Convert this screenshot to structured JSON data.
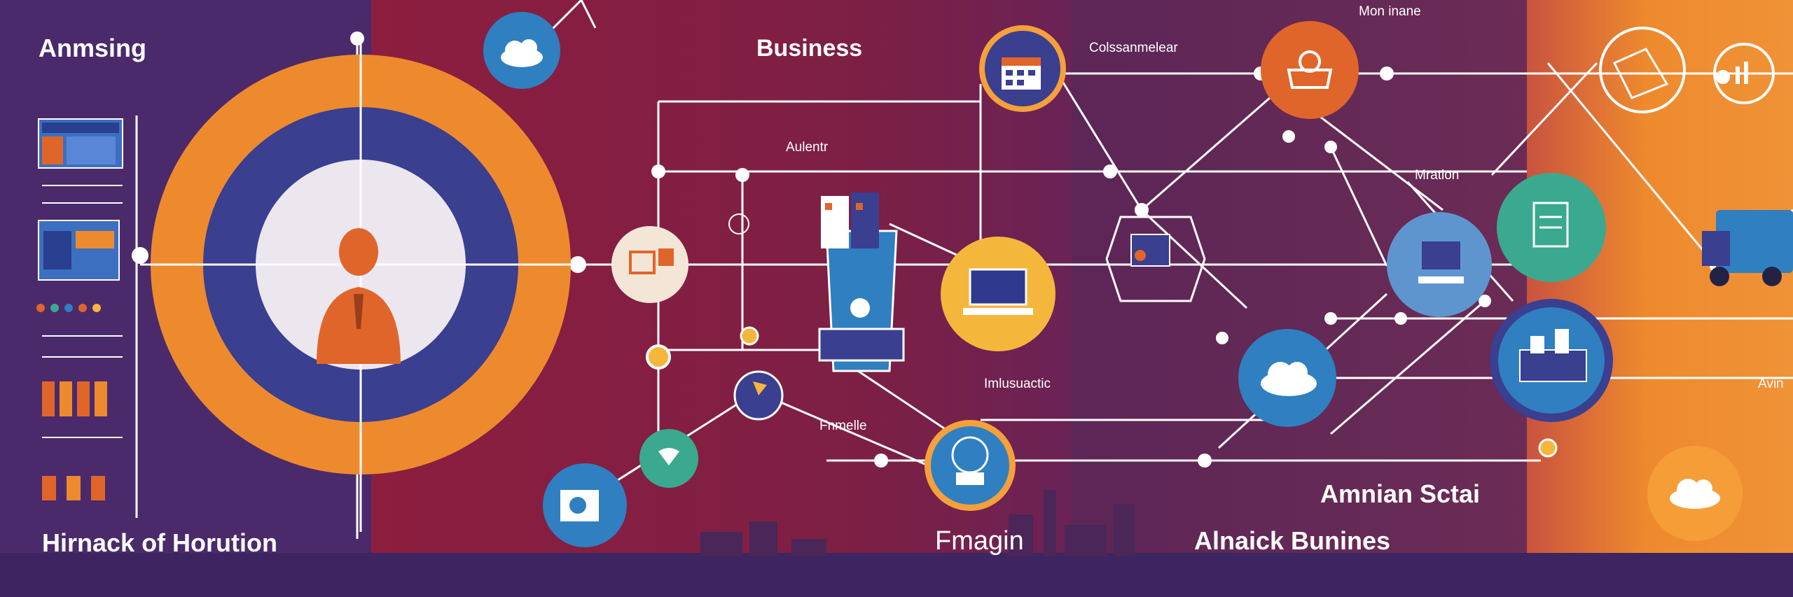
{
  "labels": {
    "top_left": "Anmsing",
    "business": "Business",
    "colsanmelear": "Colssanmelear",
    "mon_inane": "Mon inane",
    "aulentr": "Aulentr",
    "mration": "Mration",
    "imlusuactic": "Imlusuactic",
    "fnmelle": "Fnmelle",
    "amnian_sctai": "Amnian Sctai",
    "bottom_left": "Hirnack of Horution",
    "fmagin": "Fmagin",
    "alnaick_bunines": "Alnaick Bunines",
    "right_edge": "Avin"
  },
  "colors": {
    "purple": "#4a2a6b",
    "crimson": "#8c1e3f",
    "orange": "#ee8a2e",
    "navy": "#3a3f8f",
    "blue": "#2f7fc1",
    "teal": "#3aa98f",
    "yellow": "#f5b63c",
    "cream": "#f3e6d6"
  },
  "icons": [
    "cloud-icon",
    "calendar-icon",
    "shopping-cart-icon",
    "chart-bar-icon",
    "business-person-icon",
    "document-icon",
    "laptop-icon",
    "server-icon",
    "heart-shield-icon",
    "camera-icon",
    "globe-icon",
    "cloud-upload-icon",
    "truck-icon",
    "clock-icon"
  ]
}
